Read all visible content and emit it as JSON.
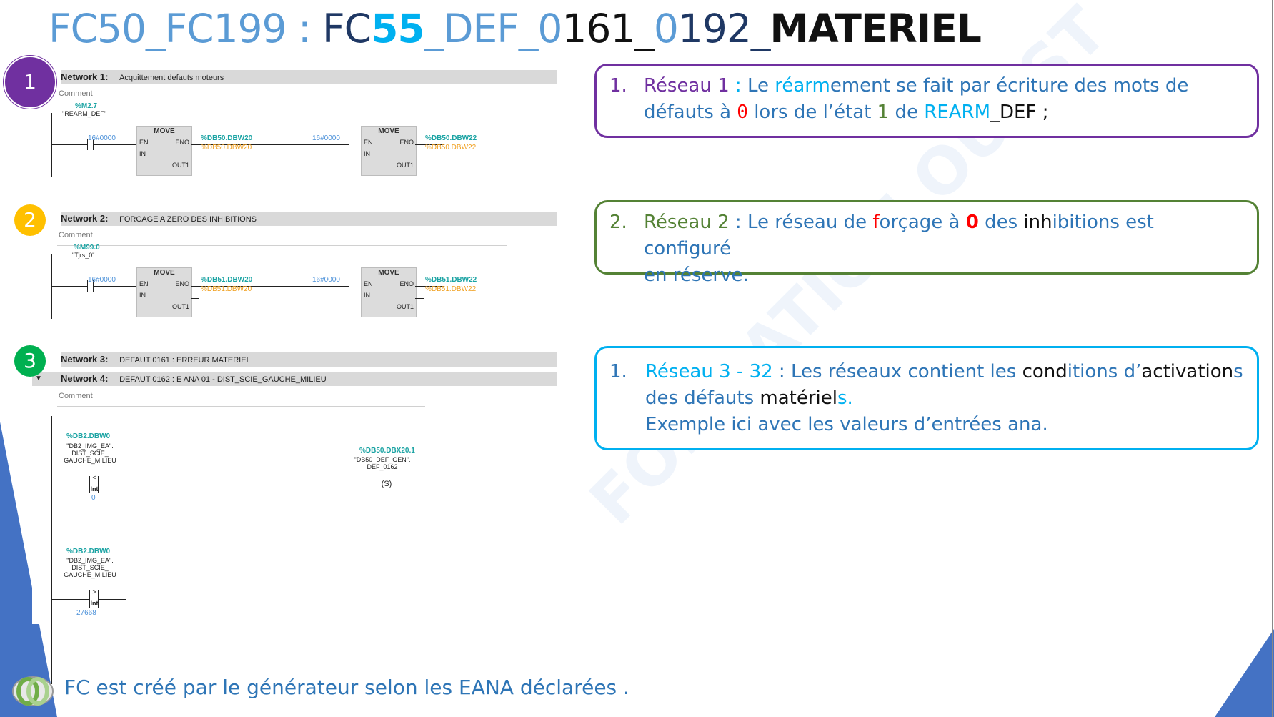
{
  "title": {
    "prefix": "FC50_FC199 :",
    "part_fc": "FC",
    "part_55": "55",
    "part_def": "_DEF_0",
    "part_161": "161_",
    "part_0": "0",
    "part_192": "192_",
    "part_materiel": "MATERIEL"
  },
  "watermark": "FORMATION OUEST",
  "network1": {
    "badge": "1",
    "label": "Network 1:",
    "desc": "Acquittement defauts moteurs",
    "comment": "Comment",
    "contact_addr": "%M2.7",
    "contact_name": "\"REARM_DEF\"",
    "block1": {
      "title": "MOVE",
      "en": "EN",
      "eno": "ENO",
      "in": "IN",
      "out": "OUT1",
      "in_val": "16#0000",
      "out_addr": "%DB50.DBW20",
      "out_val": "%DB50.DBW20"
    },
    "block2": {
      "title": "MOVE",
      "en": "EN",
      "eno": "ENO",
      "in": "IN",
      "out": "OUT1",
      "in_val": "16#0000",
      "out_addr": "%DB50.DBW22",
      "out_val": "%DB50.DBW22"
    }
  },
  "network2": {
    "badge": "2",
    "label": "Network 2:",
    "desc": "FORCAGE A ZERO DES INHIBITIONS",
    "comment": "Comment",
    "contact_addr": "%M99.0",
    "contact_name": "\"Tjrs_0\"",
    "block1": {
      "title": "MOVE",
      "en": "EN",
      "eno": "ENO",
      "in": "IN",
      "out": "OUT1",
      "in_val": "16#0000",
      "out_addr": "%DB51.DBW20",
      "out_val": "%DB51.DBW20"
    },
    "block2": {
      "title": "MOVE",
      "en": "EN",
      "eno": "ENO",
      "in": "IN",
      "out": "OUT1",
      "in_val": "16#0000",
      "out_addr": "%DB51.DBW22",
      "out_val": "%DB51.DBW22"
    }
  },
  "network3": {
    "badge": "3",
    "label": "Network 3:",
    "desc": "DEFAUT 0161 : ERREUR MATERIEL"
  },
  "network4": {
    "label": "Network 4:",
    "desc": "DEFAUT 0162 : E ANA 01 - DIST_SCIE_GAUCHE_MILIEU",
    "comment": "Comment",
    "cmp1": {
      "addr": "%DB2.DBW0",
      "name1": "\"DB2_IMG_EA\".",
      "name2": "DIST_SCIE_",
      "name3": "GAUCHE_MILIEU",
      "op": "<",
      "type": "Int",
      "val": "0"
    },
    "cmp2": {
      "addr": "%DB2.DBW0",
      "name1": "\"DB2_IMG_EA\".",
      "name2": "DIST_SCIE_",
      "name3": "GAUCHE_MILIEU",
      "op": ">",
      "type": "Int",
      "val": "27668"
    },
    "coil": {
      "addr": "%DB50.DBX20.1",
      "name1": "\"DB50_DEF_GEN\".",
      "name2": "DEF_0162",
      "symbol": "S"
    }
  },
  "boxes": [
    {
      "num": "1.",
      "color": "#7030a0"
    },
    {
      "num": "2.",
      "color": "#548235"
    },
    {
      "num": "1.",
      "color": "#00b0f0"
    }
  ],
  "box1": {
    "a": "Réseau 1",
    "b": " : ",
    "c": "Le ",
    "d": "réarm",
    "e": "ement se fait par écriture des mots de",
    "f": "défauts à ",
    "g": "0",
    "h": " lors de l’état ",
    "i": "1",
    "j": " de ",
    "k": "REARM",
    "l": "_DEF ;"
  },
  "box2": {
    "a": "Réseau 2",
    "b": " : Le réseau de ",
    "c": "f",
    "d": "orçage à ",
    "e": "0",
    "f": " des ",
    "g": "inh",
    "h": "ibitions est configuré",
    "i": "en réserve."
  },
  "box3": {
    "a": "Réseau 3 - 32",
    "b": " : Les réseaux contient les ",
    "c": "cond",
    "d": "itions d’",
    "e": "activation",
    "f": "s",
    "g": "des défauts ",
    "h": "matériel",
    "i": "s.",
    "j": "Exemple ici avec les valeurs d’entrées ana."
  },
  "footer": "FC est créé par le générateur selon les EANA déclarées ."
}
